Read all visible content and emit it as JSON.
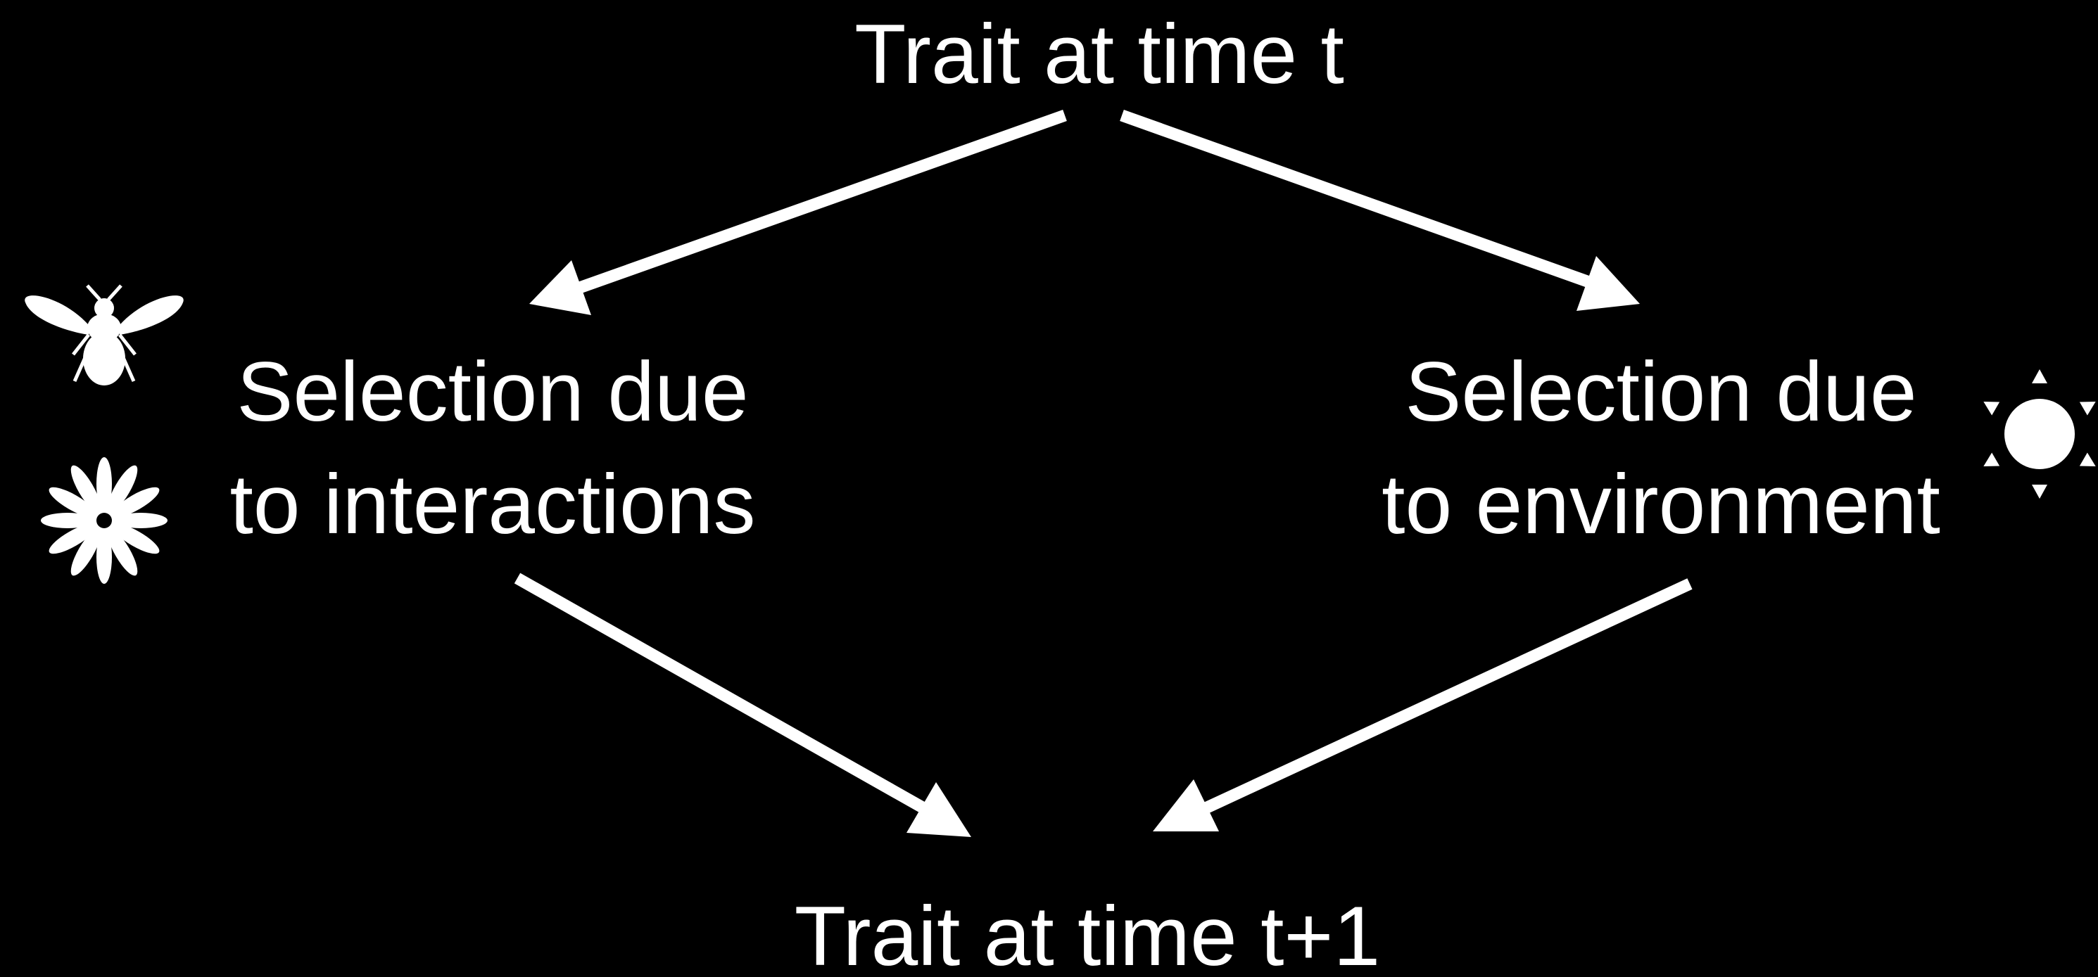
{
  "diagram": {
    "top_node": {
      "label": "Trait at time t"
    },
    "left_node": {
      "line1": "Selection due",
      "line2": "to interactions",
      "icons": [
        "bee-icon",
        "flower-icon"
      ]
    },
    "right_node": {
      "line1": "Selection due",
      "line2": "to environment",
      "icons": [
        "sun-icon"
      ]
    },
    "bottom_node": {
      "label": "Trait at time t+1"
    },
    "edges": [
      {
        "from": "top_node",
        "to": "left_node"
      },
      {
        "from": "top_node",
        "to": "right_node"
      },
      {
        "from": "left_node",
        "to": "bottom_node"
      },
      {
        "from": "right_node",
        "to": "bottom_node"
      }
    ]
  },
  "colors": {
    "background": "#000000",
    "foreground": "#ffffff"
  }
}
